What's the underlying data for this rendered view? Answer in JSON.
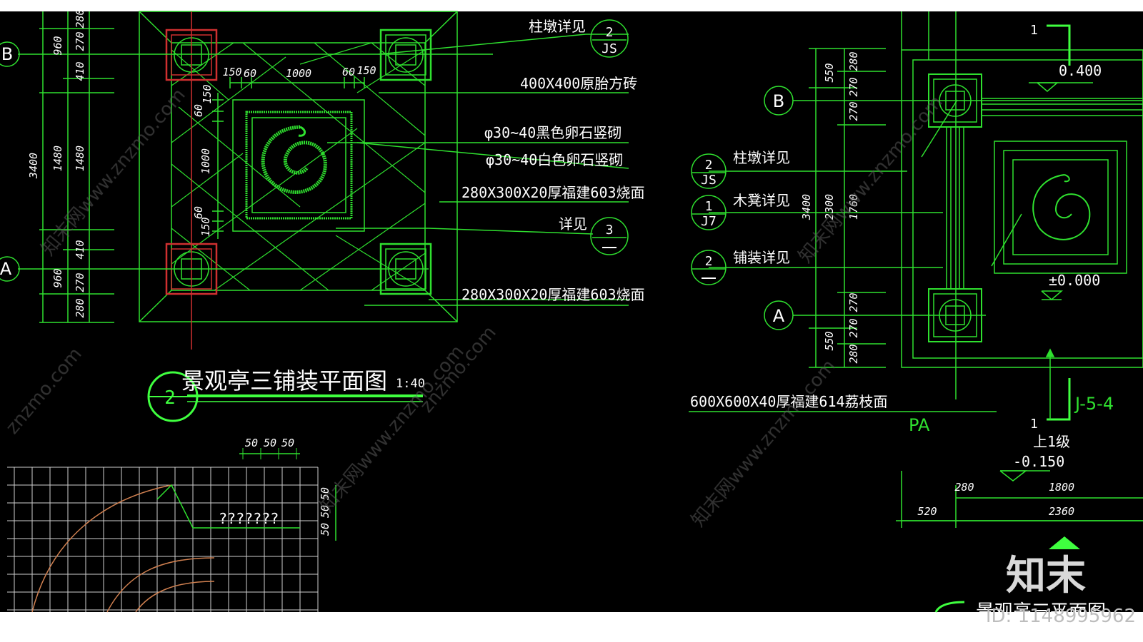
{
  "drawing": {
    "plan_title": "景观亭三铺装平面图",
    "plan_scale": "1:40",
    "plan_title_index": "2"
  },
  "left_callouts": {
    "column_detail": "柱墩详见",
    "column_detail_ref_num": "2",
    "column_detail_ref_sheet": "JS",
    "tile_400": "400X400原胎方砖",
    "black_pebble": "φ30~40黑色卵石竖砌",
    "white_pebble": "φ30~40白色卵石竖砌",
    "tile_280_a": "280X300X20厚福建603烧面",
    "see_detail": "详见",
    "see_detail_ref_num": "3",
    "tile_280_b": "280X300X20厚福建603烧面"
  },
  "left_grid": {
    "b": "B",
    "a": "A"
  },
  "left_dims": {
    "outer_total": "3400",
    "outer_top": "960",
    "outer_mid": "1480",
    "outer_bottom": "960",
    "inner_top_280": "280",
    "inner_top_270": "270",
    "inner_top_410": "410",
    "inner_mid": "1480",
    "inner_bot_410": "410",
    "inner_bot_270": "270",
    "inner_bot_280": "280",
    "top_150a": "150",
    "top_60a": "60",
    "top_1000": "1000",
    "top_60b": "60",
    "top_150b": "150",
    "v_60a": "60",
    "v_150a": "150",
    "v_1000": "1000",
    "v_60b": "60",
    "v_150b": "150"
  },
  "detail_bottom": {
    "dim_50a": "50",
    "dim_50b": "50",
    "dim_50c": "50",
    "v_50a": "50",
    "v_50b": "50",
    "v_50c": "50",
    "note": "???????"
  },
  "right_callouts": {
    "column_detail": "柱墩详见",
    "column_detail_ref_num": "2",
    "column_detail_ref_sheet": "JS",
    "bench_detail": "木凳详见",
    "bench_detail_ref_num": "1",
    "bench_detail_ref_sheet": "J7",
    "paving_detail": "铺装详见",
    "paving_detail_ref_num": "2",
    "tile_600": "600X600X40厚福建614荔枝面",
    "pa": "PA",
    "section_top": "1",
    "section_bottom": "1",
    "section_ref": "J-5-4",
    "elev_top": "0.400",
    "elev_zero": "±0.000",
    "step_note": "上1级",
    "elev_step": "-0.150"
  },
  "right_grid": {
    "b": "B",
    "a": "A"
  },
  "right_dims": {
    "outer_total": "3400",
    "d550_top": "550",
    "d2300": "2300",
    "d550_bot": "550",
    "i280_top": "280",
    "i270_top1": "270",
    "i270_top2": "270",
    "i1760": "1760",
    "i270_bot1": "270",
    "i270_bot2": "270",
    "i280_bot": "280",
    "h280": "280",
    "h1800": "1800",
    "h520": "520",
    "h2360": "2360"
  },
  "right_title_partial": "景观亭三平面图",
  "watermarks": {
    "site": "知末网www.znzmo.com",
    "site_short": "znzmo.com",
    "logo_text": "知末",
    "id_text": "ID: 1148995962"
  },
  "colors": {
    "background": "#000000",
    "line_green": "#2fe02f",
    "bright_green": "#3fff3f",
    "column_red": "#d03030",
    "curve_orange": "#d08050",
    "text_white": "#ffffff"
  }
}
